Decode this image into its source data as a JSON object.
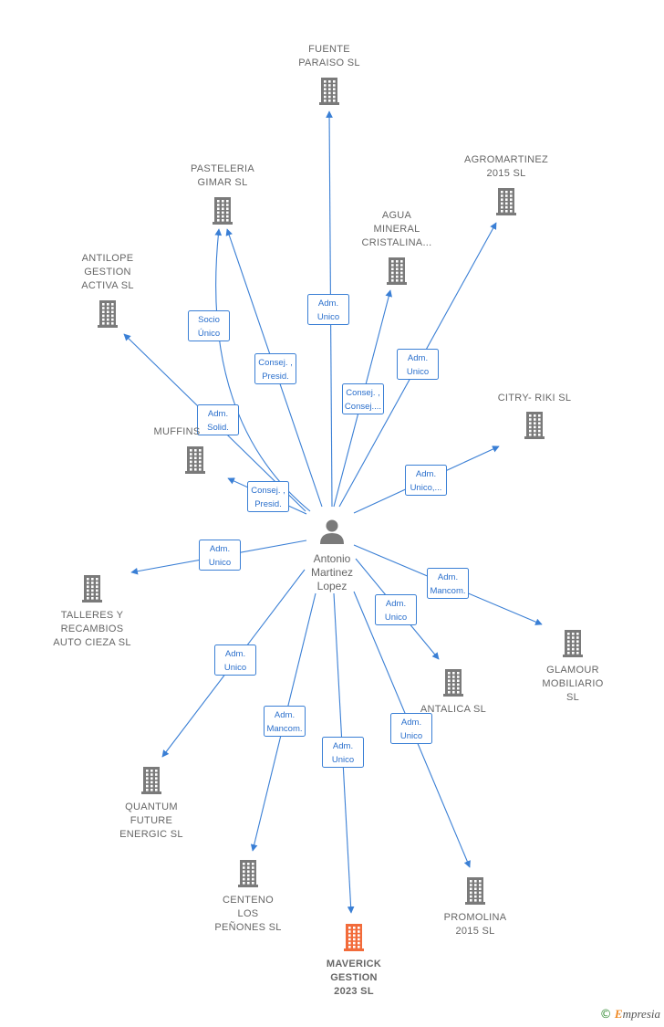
{
  "center": {
    "name_lines": [
      "Antonio",
      "Martinez",
      "Lopez"
    ],
    "icon": "person-icon"
  },
  "companies": [
    {
      "id": "fuente",
      "lines": [
        "FUENTE",
        "PARAISO SL"
      ],
      "highlight": false
    },
    {
      "id": "agromartinez",
      "lines": [
        "AGROMARTINEZ",
        "2015  SL"
      ],
      "highlight": false
    },
    {
      "id": "pasteleria",
      "lines": [
        "PASTELERIA",
        "GIMAR  SL"
      ],
      "highlight": false
    },
    {
      "id": "agua",
      "lines": [
        "AGUA",
        "MINERAL",
        "CRISTALINA..."
      ],
      "highlight": false
    },
    {
      "id": "antilope",
      "lines": [
        "ANTILOPE",
        "GESTION",
        "ACTIVA  SL"
      ],
      "highlight": false
    },
    {
      "id": "citry",
      "lines": [
        "CITRY- RIKI SL"
      ],
      "highlight": false
    },
    {
      "id": "muffins",
      "lines": [
        "MUFFINS"
      ],
      "highlight": false
    },
    {
      "id": "talleres",
      "lines": [
        "TALLERES Y",
        "RECAMBIOS",
        "AUTO CIEZA SL"
      ],
      "highlight": false
    },
    {
      "id": "glamour",
      "lines": [
        "GLAMOUR",
        "MOBILIARIO",
        "SL"
      ],
      "highlight": false
    },
    {
      "id": "antalica",
      "lines": [
        "ANTALICA SL"
      ],
      "highlight": false
    },
    {
      "id": "quantum",
      "lines": [
        "QUANTUM",
        "FUTURE",
        "ENERGIC SL"
      ],
      "highlight": false
    },
    {
      "id": "centeno",
      "lines": [
        "CENTENO",
        "LOS",
        "PEÑONES  SL"
      ],
      "highlight": false
    },
    {
      "id": "promolina",
      "lines": [
        "PROMOLINA",
        "2015  SL"
      ],
      "highlight": false
    },
    {
      "id": "maverick",
      "lines": [
        "MAVERICK",
        "GESTION",
        "2023  SL"
      ],
      "highlight": true
    }
  ],
  "relations": [
    {
      "target": "fuente",
      "lines": [
        "Adm.",
        "Unico"
      ]
    },
    {
      "target": "agromartinez",
      "lines": [
        "Adm.",
        "Unico"
      ]
    },
    {
      "target": "pasteleria",
      "lines": [
        "Consej. ,",
        "Presid."
      ]
    },
    {
      "target": "pasteleria",
      "lines": [
        "Socio",
        "Único"
      ]
    },
    {
      "target": "agua",
      "lines": [
        "Consej. ,",
        "Consej...."
      ]
    },
    {
      "target": "antilope",
      "lines": [
        "Adm.",
        "Solid."
      ]
    },
    {
      "target": "citry",
      "lines": [
        "Adm.",
        "Unico,..."
      ]
    },
    {
      "target": "muffins",
      "lines": [
        "Consej. ,",
        "Presid."
      ]
    },
    {
      "target": "talleres",
      "lines": [
        "Adm.",
        "Unico"
      ]
    },
    {
      "target": "glamour",
      "lines": [
        "Adm.",
        "Mancom."
      ]
    },
    {
      "target": "antalica",
      "lines": [
        "Adm.",
        "Unico"
      ]
    },
    {
      "target": "quantum",
      "lines": [
        "Adm.",
        "Unico"
      ]
    },
    {
      "target": "centeno",
      "lines": [
        "Adm.",
        "Mancom."
      ]
    },
    {
      "target": "maverick",
      "lines": [
        "Adm.",
        "Unico"
      ]
    },
    {
      "target": "promolina",
      "lines": [
        "Adm.",
        "Unico"
      ]
    }
  ],
  "colors": {
    "edge": "#3a7fd5",
    "building": "#7a7a7a",
    "building_highlight": "#f26b3a",
    "person": "#7a7a7a"
  },
  "footer": {
    "copyright_symbol": "©",
    "brand_initial": "E",
    "brand_rest": "mpresia"
  }
}
